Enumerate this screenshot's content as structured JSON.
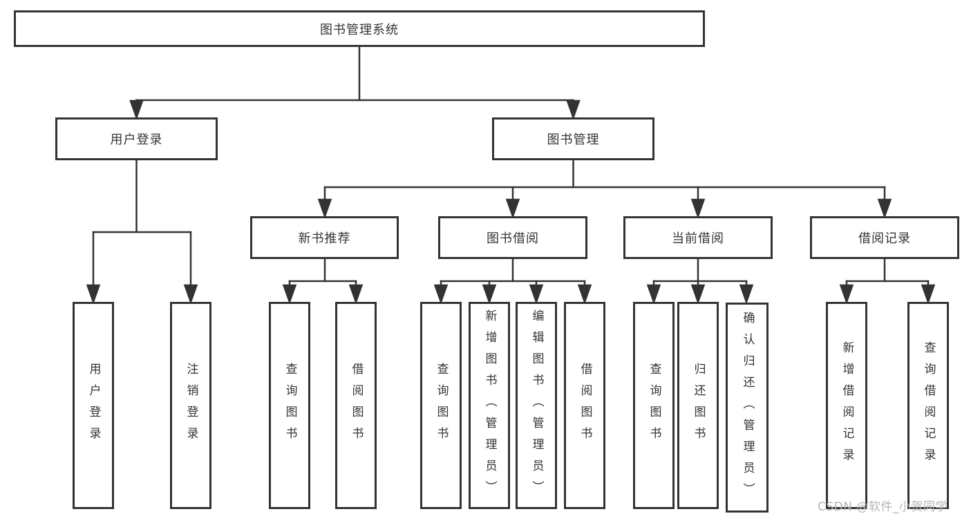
{
  "diagram_type": "tree",
  "tree": {
    "label": "图书管理系统",
    "children": [
      {
        "label": "用户登录",
        "children": [
          {
            "label": "用户登录"
          },
          {
            "label": "注销登录"
          }
        ]
      },
      {
        "label": "图书管理",
        "children": [
          {
            "label": "新书推荐",
            "children": [
              {
                "label": "查询图书"
              },
              {
                "label": "借阅图书"
              }
            ]
          },
          {
            "label": "图书借阅",
            "children": [
              {
                "label": "查询图书"
              },
              {
                "label": "新增图书（管理员）"
              },
              {
                "label": "编辑图书（管理员）"
              },
              {
                "label": "借阅图书"
              }
            ]
          },
          {
            "label": "当前借阅",
            "children": [
              {
                "label": "查询图书"
              },
              {
                "label": "归还图书"
              },
              {
                "label": "确认归还（管理员）"
              }
            ]
          },
          {
            "label": "借阅记录",
            "children": [
              {
                "label": "新增借阅记录"
              },
              {
                "label": "查询借阅记录"
              }
            ]
          }
        ]
      }
    ]
  },
  "watermark": {
    "text": "CSDN @软件_小贺同学"
  },
  "colors": {
    "line": "#333333",
    "box_border": "#333333",
    "text": "#333333",
    "watermark": "#b5b5b5",
    "background": "#ffffff"
  }
}
